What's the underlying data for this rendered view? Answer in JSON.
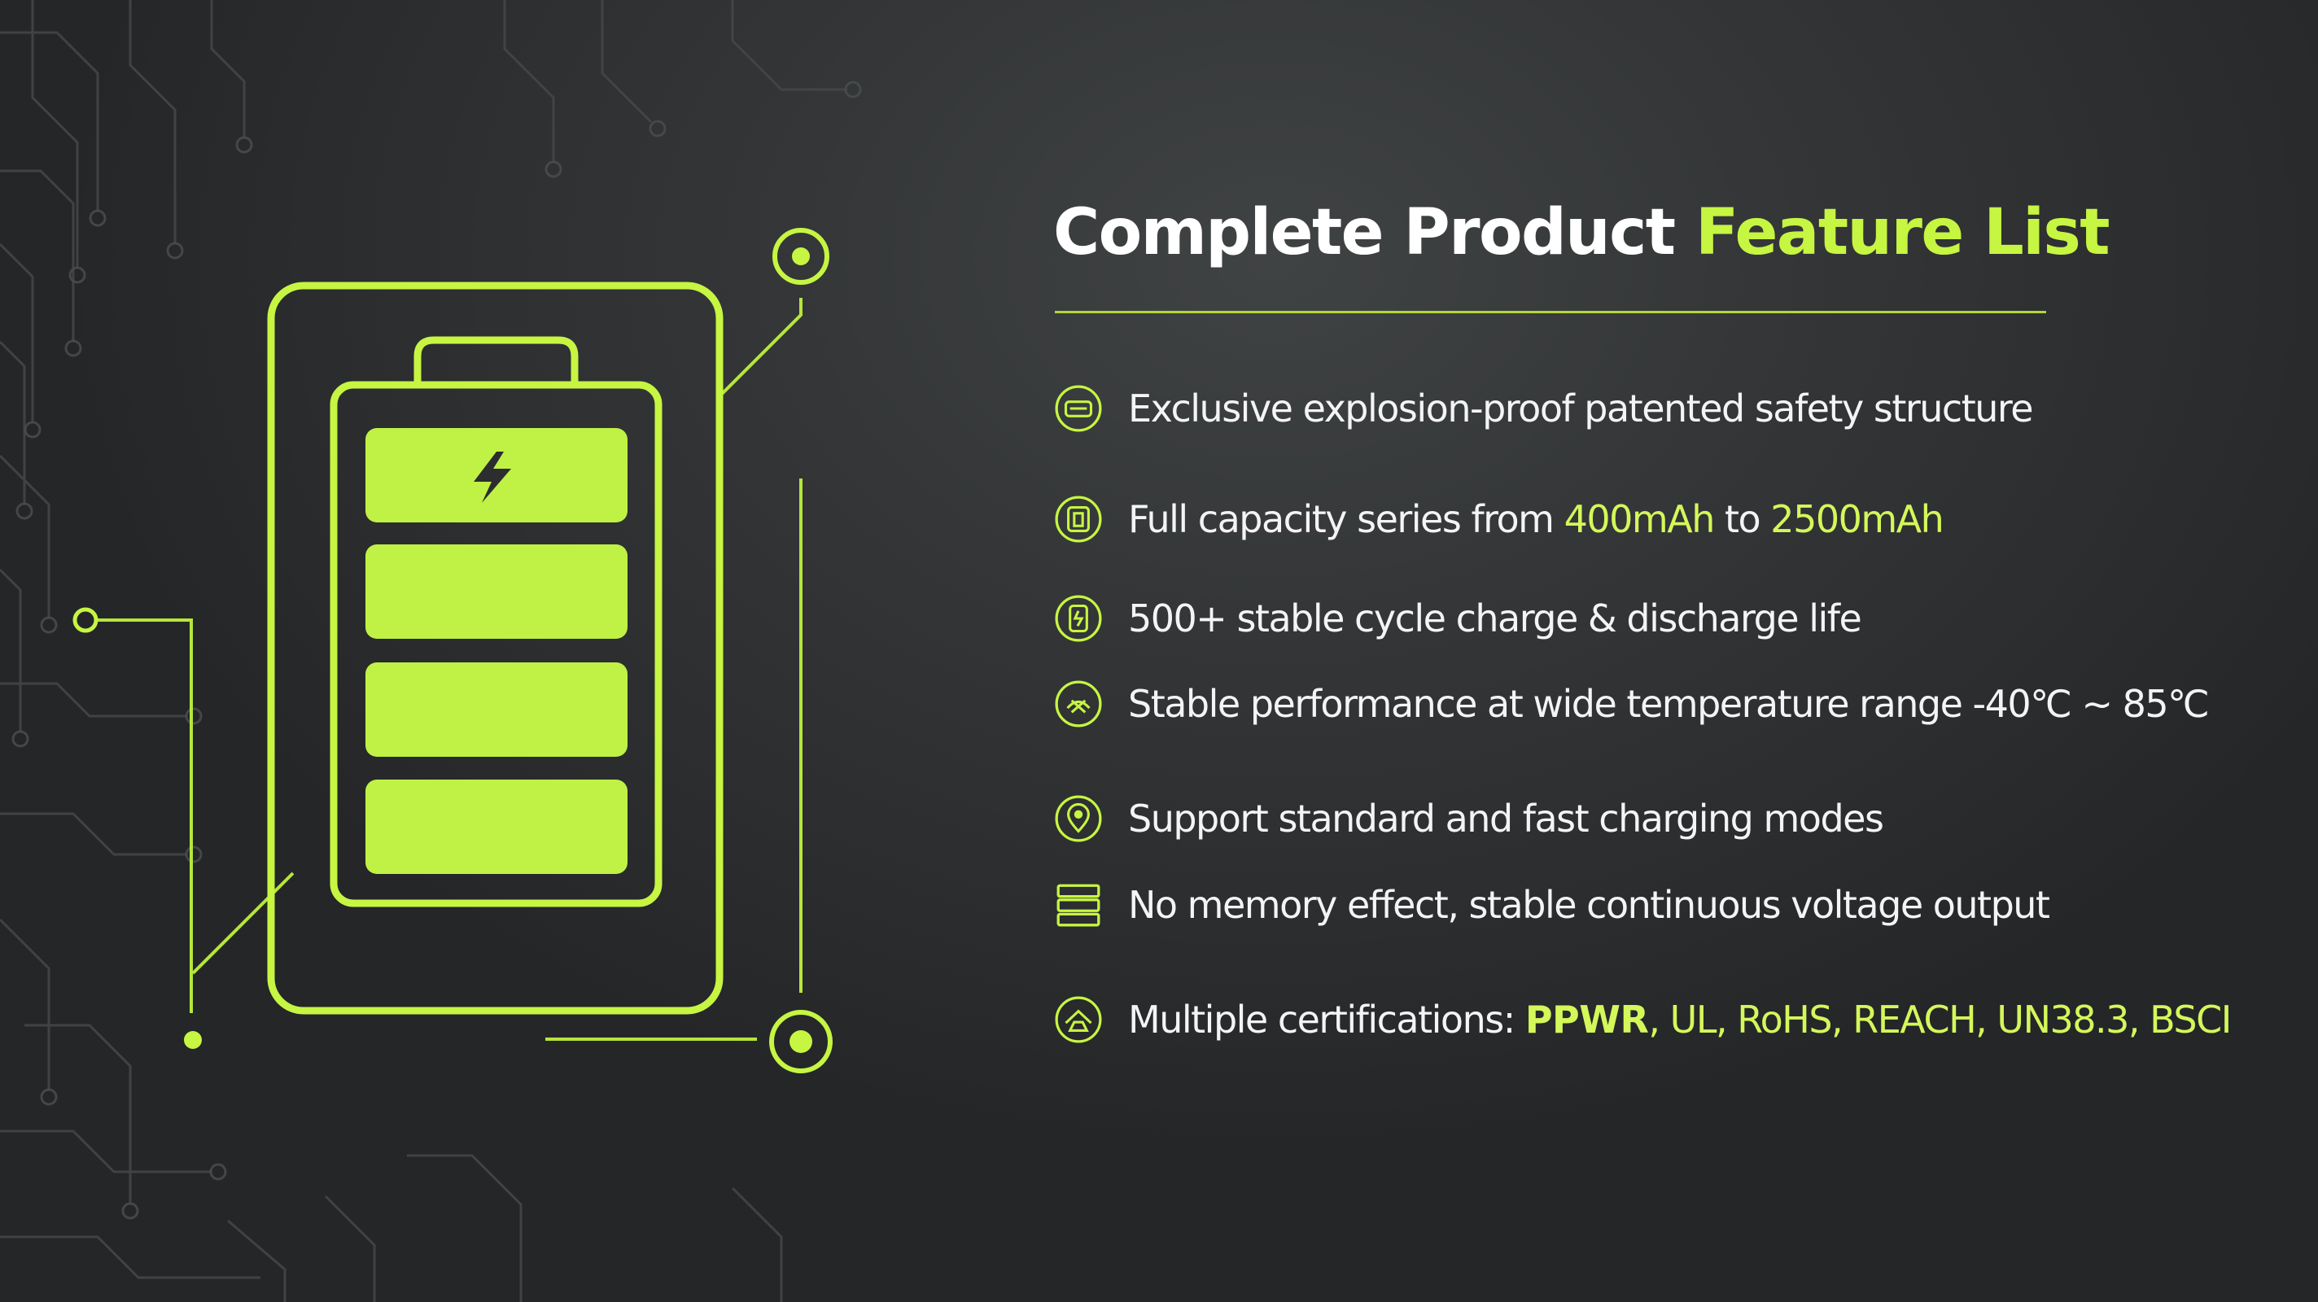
{
  "title": {
    "main": "Complete Product ",
    "accent": "Feature List"
  },
  "colors": {
    "accent": "#c6f542",
    "background": "#2f3133",
    "text": "#ffffff"
  },
  "features": [
    {
      "icon": "shield-structure-icon",
      "text": "Exclusive explosion-proof patented safety structure"
    },
    {
      "icon": "capacity-icon",
      "prefix": "Full capacity series from ",
      "min": "400mAh",
      "joiner": " to ",
      "max": "2500mAh"
    },
    {
      "icon": "cycle-battery-icon",
      "text": "500+ stable cycle charge & discharge life"
    },
    {
      "icon": "temperature-icon",
      "text": "Stable performance at wide temperature range -40℃ ~ 85℃"
    },
    {
      "icon": "charging-pin-icon",
      "text": "Support standard and fast charging modes"
    },
    {
      "icon": "stacked-layers-icon",
      "text": "No memory effect, stable continuous voltage output"
    },
    {
      "icon": "certification-icon",
      "prefix": "Multiple certifications: ",
      "lead": "PPWR",
      "rest": ", UL, RoHS, REACH, UN38.3, BSCI"
    }
  ]
}
